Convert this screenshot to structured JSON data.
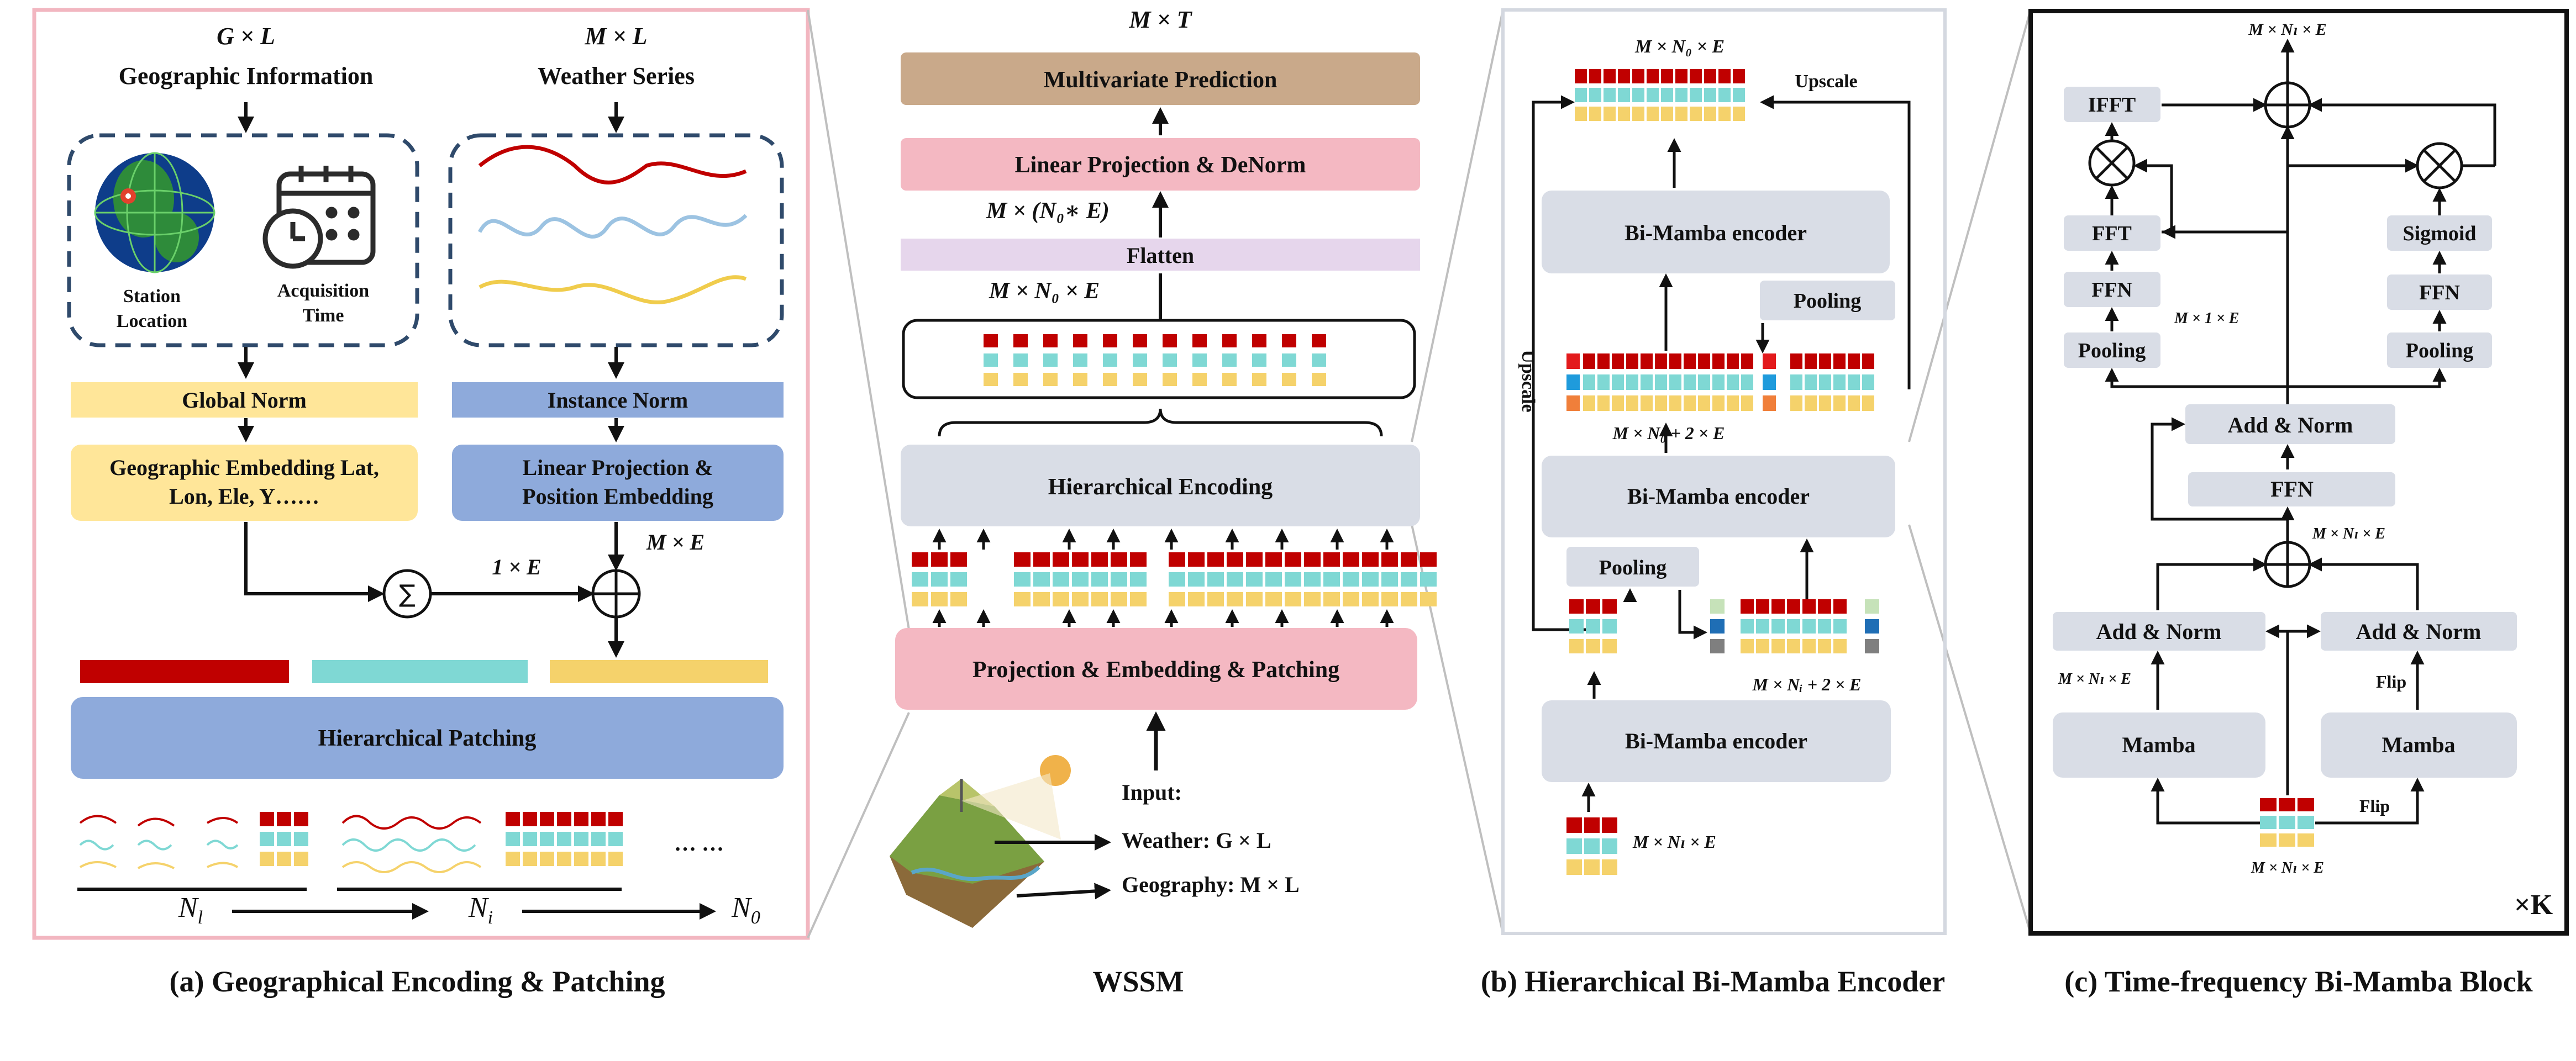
{
  "panel_a": {
    "geo_dim": "G × L",
    "geo_title": "Geographic Information",
    "weather_dim": "M × L",
    "weather_title": "Weather Series",
    "station_location": [
      "Station",
      "Location"
    ],
    "acquisition_time": [
      "Acquisition",
      "Time"
    ],
    "global_norm": "Global Norm",
    "instance_norm": "Instance Norm",
    "geo_embedding": [
      "Geographic Embedding Lat,",
      "Lon, Ele, Y……"
    ],
    "linear_projection": [
      "Linear Projection &",
      "Position Embedding"
    ],
    "sum_dim": "1 × E",
    "add_dim": "M × E",
    "hierarchical_patching": "Hierarchical Patching",
    "ellipsis": "… …",
    "n_l": "N",
    "n_l_sub": "l",
    "n_i": "N",
    "n_i_sub": "i",
    "n_0": "N",
    "n_0_sub": "0",
    "caption": "(a) Geographical Encoding & Patching"
  },
  "panel_center": {
    "output_dim": "M × T",
    "multivariate_prediction": "Multivariate Prediction",
    "linear_denorm": "Linear Projection & DeNorm",
    "dim_n0e": "M × (N₀∗ E)",
    "flatten": "Flatten",
    "dim_flatten_in": "M × N₀ × E",
    "hierarchical_encoding": "Hierarchical Encoding",
    "projection_embedding": "Projection & Embedding & Patching",
    "input_label": "Input:",
    "weather_input": "Weather: G × L",
    "geography_input": "Geography: M × L",
    "caption": "WSSM"
  },
  "panel_b": {
    "top_dim": "M × N₀ × E",
    "upscale_top": "Upscale",
    "upscale_side": "Upscale",
    "encoder_top": "Bi-Mamba encoder",
    "pooling_top": "Pooling",
    "mid_dim": "M × N₀ + 2 × E",
    "encoder_mid": "Bi-Mamba encoder",
    "pooling_mid": "Pooling",
    "low_dim": "M × Nᵢ + 2 × E",
    "encoder_low": "Bi-Mamba encoder",
    "input_dim": "M × Nₗ × E",
    "caption": "(b) Hierarchical Bi-Mamba Encoder"
  },
  "panel_c": {
    "top_dim": "M × Nₗ × E",
    "ifft": "IFFT",
    "fft": "FFT",
    "ffn_left": "FFN",
    "pooling_left": "Pooling",
    "pool_dim": "M × 1 × E",
    "sigmoid": "Sigmoid",
    "ffn_right": "FFN",
    "pooling_right": "Pooling",
    "add_norm_top": "Add & Norm",
    "ffn_mid": "FFN",
    "mid_dim": "M × Nₗ × E",
    "add_norm_left": "Add & Norm",
    "add_norm_right": "Add & Norm",
    "left_dim": "M × Nₗ × E",
    "flip_upper": "Flip",
    "mamba_left": "Mamba",
    "mamba_right": "Mamba",
    "flip_lower": "Flip",
    "bottom_dim": "M × Nₗ × E",
    "repeat": "×K",
    "caption": "(c) Time-frequency Bi-Mamba Block"
  },
  "colors": {
    "red": "#c00000",
    "cyan": "#7fd8d4",
    "yellow": "#f5d26b",
    "pink": "#f4b8c2",
    "blue": "#8eaadb",
    "light_yellow": "#ffe699",
    "gray_box": "#d9dde6",
    "lavender": "#e6d6ec",
    "tan": "#c9a98a"
  }
}
